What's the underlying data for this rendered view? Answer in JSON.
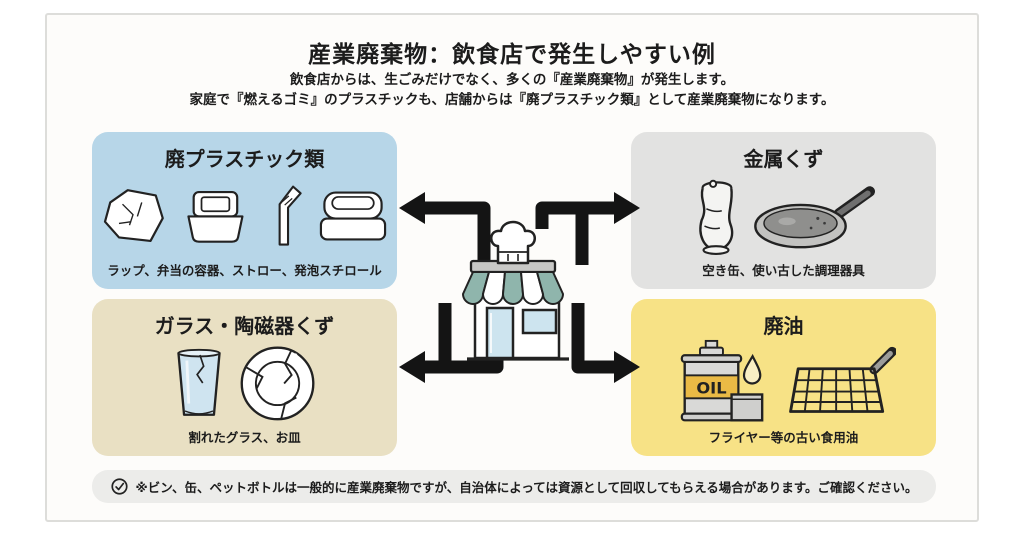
{
  "header": {
    "title": "産業廃棄物：飲食店で発生しやすい例",
    "subtitle_line1": "飲食店からは、生ごみだけでなく、多くの『産業廃棄物』が発生します。",
    "subtitle_line2": "家庭で『燃えるゴミ』のプラスチックも、店舗からは『廃プラスチック類』として産業廃棄物になります。"
  },
  "boxes": [
    {
      "id": "plastic",
      "title": "廃プラスチック類",
      "caption": "ラップ、弁当の容器、ストロー、発泡スチロール",
      "bg_color": "#b7d6e8",
      "icons": [
        "plastic-wrap-icon",
        "bento-container-icon",
        "straw-icon",
        "foam-clamshell-icon"
      ]
    },
    {
      "id": "metal",
      "title": "金属くず",
      "caption": "空き缶、使い古した調理器具",
      "bg_color": "#e2e2e1",
      "icons": [
        "crushed-can-icon",
        "frying-pan-icon"
      ]
    },
    {
      "id": "glass-ceramic",
      "title": "ガラス・陶磁器くず",
      "caption": "割れたグラス、お皿",
      "bg_color": "#e9e0c3",
      "icons": [
        "broken-glass-icon",
        "broken-plate-icon"
      ]
    },
    {
      "id": "waste-oil",
      "title": "廃油",
      "caption": "フライヤー等の古い食用油",
      "bg_color": "#f7e286",
      "oil_can_label": "OIL",
      "icons": [
        "oil-can-icon",
        "oil-drop-icon",
        "fryer-basket-icon"
      ]
    }
  ],
  "center": {
    "icon": "restaurant-storefront-icon",
    "arrow_icons": [
      "arrow-top-left-icon",
      "arrow-top-right-icon",
      "arrow-bottom-left-icon",
      "arrow-bottom-right-icon"
    ]
  },
  "note": {
    "icon": "check-circle-icon",
    "text": "※ビン、缶、ペットボトルは一般的に産業廃棄物ですが、自治体によっては資源として回収してもらえる場合があります。ご確認ください。"
  },
  "colors": {
    "card_bg": "#fdfcfa",
    "card_border": "#dddddA",
    "note_bg": "#ececea",
    "arrow_black": "#141414",
    "awning_teal": "#8fb5ac",
    "shop_glass_blue": "#cde4ef",
    "oil_band_yellow": "#eaba45",
    "text_dark": "#1c1c1c"
  }
}
